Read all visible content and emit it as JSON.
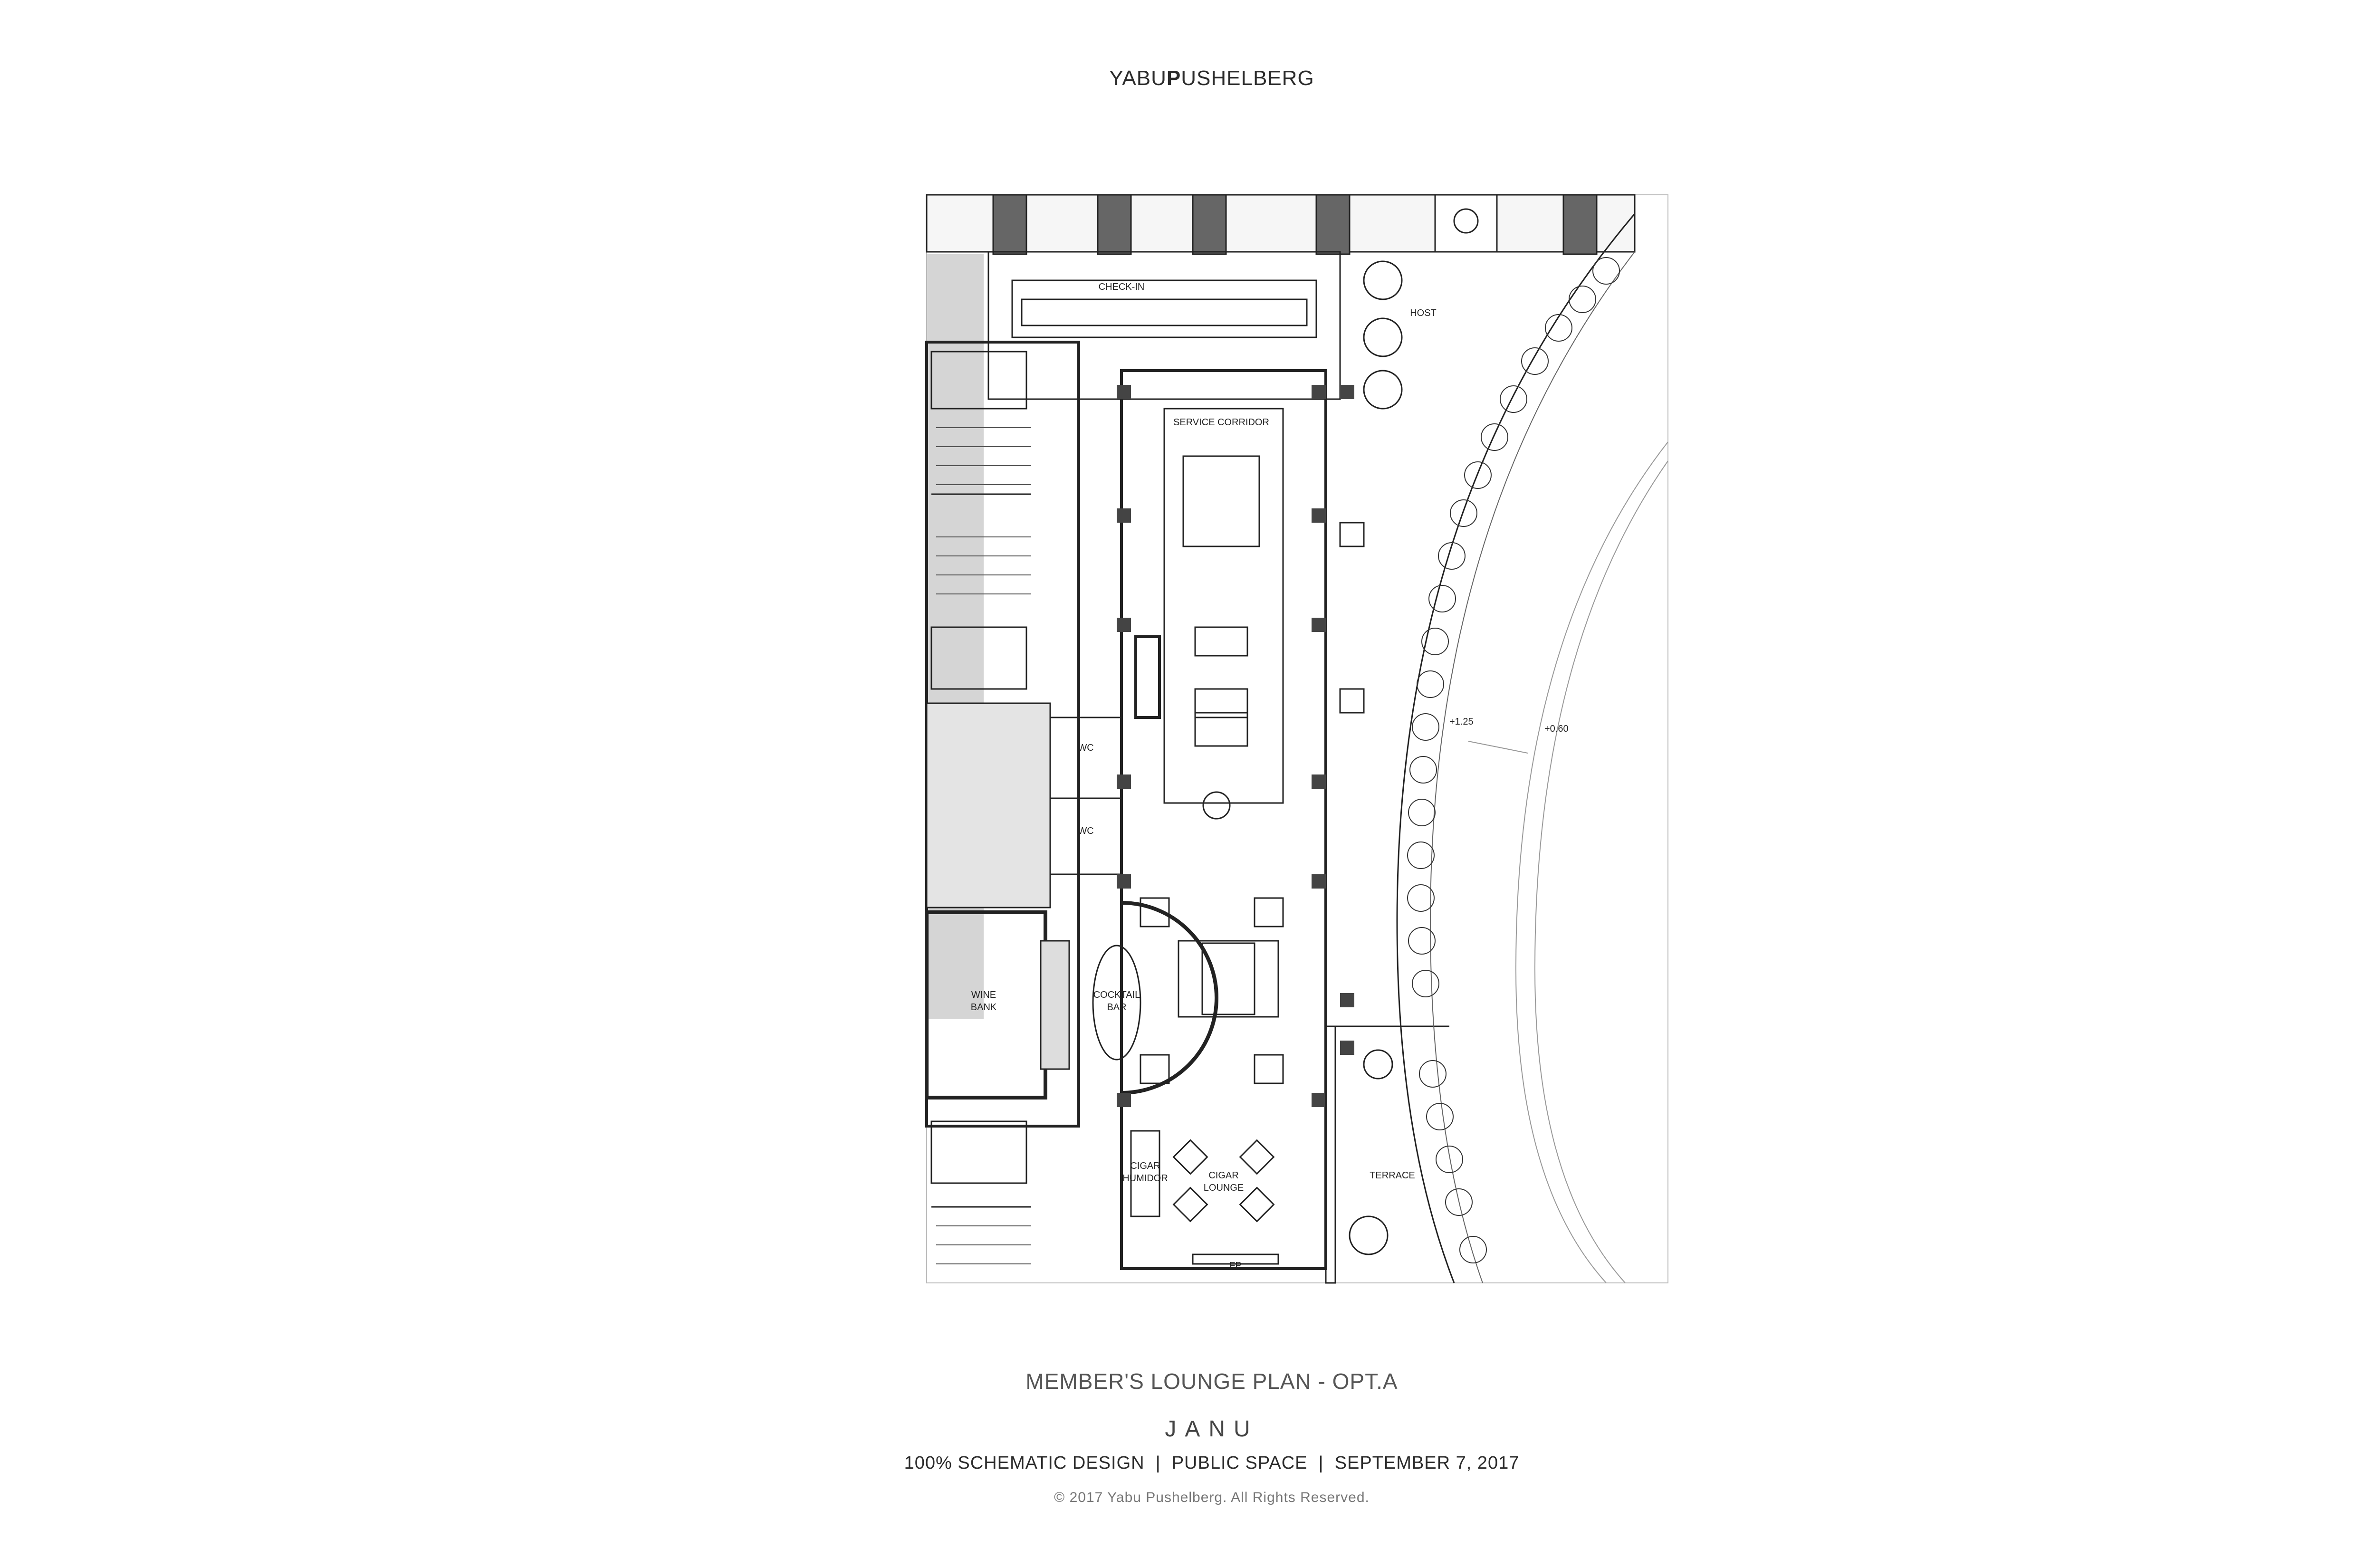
{
  "header": {
    "brand_part1": "YABU",
    "brand_part2": "P",
    "brand_part3": "USHELBERG"
  },
  "plan": {
    "labels": {
      "check_in": "CHECK-IN",
      "host": "HOST",
      "service_corridor": "SERVICE CORRIDOR",
      "wc_1": "WC",
      "wc_2": "WC",
      "wine_bank_1": "WINE",
      "wine_bank_2": "BANK",
      "cocktail_bar_1": "COCKTAIL",
      "cocktail_bar_2": "BAR",
      "cigar_humidor_1": "CIGAR",
      "cigar_humidor_2": "HUMIDOR",
      "cigar_lounge_1": "CIGAR",
      "cigar_lounge_2": "LOUNGE",
      "fp": "FP",
      "terrace": "TERRACE",
      "level_1": "+1.25",
      "level_2": "+0.60"
    }
  },
  "caption": {
    "title": "MEMBER'S LOUNGE PLAN - OPT.A",
    "project": "JANU",
    "subtitle": "100% SCHEMATIC DESIGN  |  PUBLIC SPACE  |  SEPTEMBER 7, 2017",
    "copyright": "© 2017 Yabu Pushelberg. All Rights Reserved."
  }
}
